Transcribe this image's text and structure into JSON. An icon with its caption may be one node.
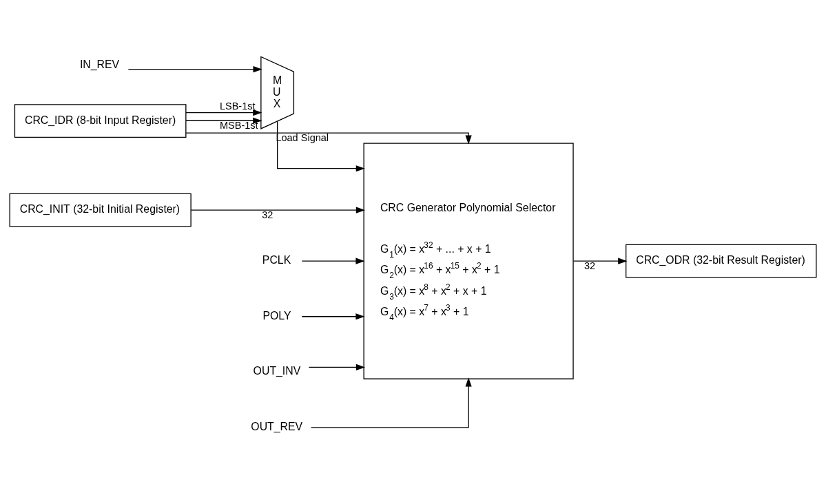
{
  "diagram": {
    "nodes": [
      {
        "text": [
          "CRC_IDR (8-bit Input Register)"
        ]
      },
      {
        "text": [
          "M U X"
        ]
      },
      {
        "text": [
          "CRC Generator Polynomial Selector",
          "G$_{1}$(x) = x$^{32}$ + ... + x + 1",
          "G$_{2}$(x) = x$^{16}$ + x$^{15}$ + x$^{2}$ + 1",
          "G$_{3}$(x) = x$^{8}$ + x$^{2}$ + x + 1",
          "G$_{4}$(x) = x$^{7}$ + x$^{3}$ + 1"
        ]
      },
      {
        "text": [
          "CRC_INIT (32-bit Initial Register)"
        ]
      },
      {
        "text": [
          "CRC_ODR (32-bit Result Register)"
        ]
      },
      {
        "text": [
          "IN_REV"
        ]
      },
      {
        "text": [
          "PCLK"
        ]
      },
      {
        "text": [
          "POLY"
        ]
      },
      {
        "text": [
          "OUT_INV"
        ]
      },
      {
        "text": [
          "OUT_REV"
        ]
      }
    ],
    "edges": [
      {
        "from": 0,
        "to": 1,
        "arrow": "to",
        "label": "MSB-1st"
      },
      {
        "from": 0,
        "to": 1,
        "arrow": "to",
        "label": "LSB-1st"
      },
      {
        "from": 5,
        "to": 1,
        "arrow": "to"
      },
      {
        "from": 1,
        "to": 2,
        "arrow": "to"
      },
      {
        "from": 0,
        "to": 2,
        "arrow": "to",
        "label": "Load Signal"
      },
      {
        "from": 3,
        "to": 2,
        "arrow": "to",
        "label": "32"
      },
      {
        "from": 6,
        "to": 2,
        "arrow": "to"
      },
      {
        "from": 7,
        "to": 2,
        "arrow": "to"
      },
      {
        "from": 8,
        "to": 2,
        "arrow": "to"
      },
      {
        "from": 9,
        "to": 2,
        "arrow": "to"
      },
      {
        "from": 2,
        "to": 4,
        "arrow": "to",
        "label": "32"
      }
    ]
  }
}
